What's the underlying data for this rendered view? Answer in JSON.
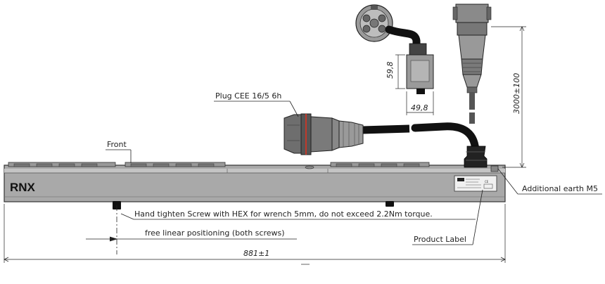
{
  "brand": "RNX",
  "callouts": {
    "plug": "Plug CEE 16/5 6h",
    "front": "Front",
    "screw": "Hand tighten Screw with HEX for wrench 5mm, do not exceed 2.2Nm torque.",
    "linear": "free linear positioning (both screws)",
    "product_label": "Product Label",
    "earth": "Additional earth M5"
  },
  "dimensions": {
    "height": "59,8",
    "width": "49,8",
    "cable": "3000±100",
    "length": "881±1"
  },
  "label_marks": {
    "ce": "CE"
  }
}
